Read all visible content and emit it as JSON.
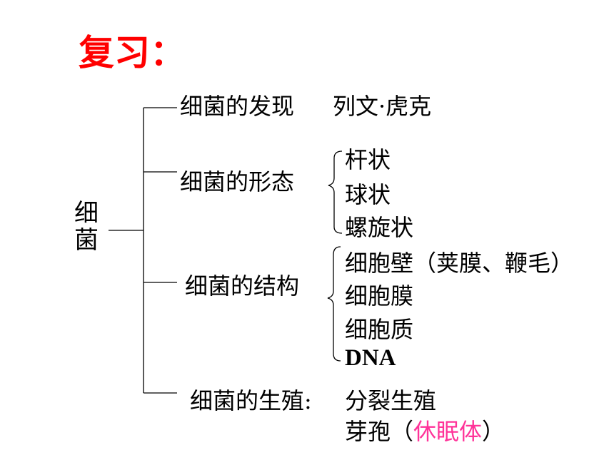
{
  "title": "复习：",
  "root": {
    "char1": "细",
    "char2": "菌"
  },
  "branches": {
    "discovery": {
      "label": "细菌的发现",
      "detail": "列文·虎克"
    },
    "shape": {
      "label": "细菌的形态",
      "items": [
        "杆状",
        "球状",
        "螺旋状"
      ]
    },
    "structure": {
      "label": "细菌的结构",
      "items": [
        "细胞壁（荚膜、鞭毛）",
        "细胞膜",
        "细胞质",
        "DNA"
      ]
    },
    "reproduction": {
      "label": "细菌的生殖:",
      "item1": "分裂生殖",
      "item2_prefix": "芽孢（",
      "item2_highlight": "休眠体",
      "item2_suffix": "）"
    }
  },
  "colors": {
    "title": "#ff0000",
    "highlight": "#ff3399",
    "text": "#000000"
  }
}
